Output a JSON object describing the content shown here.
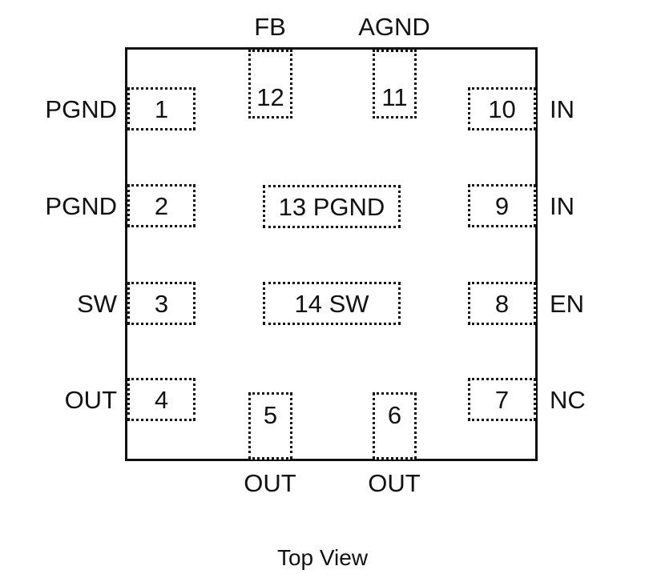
{
  "pins": {
    "p1": {
      "number": "1",
      "name": "PGND"
    },
    "p2": {
      "number": "2",
      "name": "PGND"
    },
    "p3": {
      "number": "3",
      "name": "SW"
    },
    "p4": {
      "number": "4",
      "name": "OUT"
    },
    "p5": {
      "number": "5",
      "name": "OUT"
    },
    "p6": {
      "number": "6",
      "name": "OUT"
    },
    "p7": {
      "number": "7",
      "name": "NC"
    },
    "p8": {
      "number": "8",
      "name": "EN"
    },
    "p9": {
      "number": "9",
      "name": "IN"
    },
    "p10": {
      "number": "10",
      "name": "IN"
    },
    "p11": {
      "number": "11",
      "name": "AGND"
    },
    "p12": {
      "number": "12",
      "name": "FB"
    },
    "p13": {
      "label": "13 PGND"
    },
    "p14": {
      "label": "14 SW"
    }
  },
  "caption": "Top View",
  "colors": {
    "outline": "#111111",
    "background": "#ffffff"
  }
}
